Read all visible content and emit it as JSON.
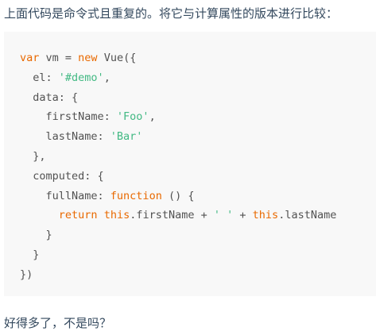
{
  "intro_text": "上面代码是命令式且重复的。将它与计算属性的版本进行比较：",
  "code_lines": [
    [
      {
        "t": "var",
        "c": "kw"
      },
      {
        "t": " vm = ",
        "c": ""
      },
      {
        "t": "new",
        "c": "kw"
      },
      {
        "t": " Vue({",
        "c": ""
      }
    ],
    [
      {
        "t": "  el: ",
        "c": ""
      },
      {
        "t": "'#demo'",
        "c": "str"
      },
      {
        "t": ",",
        "c": ""
      }
    ],
    [
      {
        "t": "  data: {",
        "c": ""
      }
    ],
    [
      {
        "t": "    firstName: ",
        "c": ""
      },
      {
        "t": "'Foo'",
        "c": "str"
      },
      {
        "t": ",",
        "c": ""
      }
    ],
    [
      {
        "t": "    lastName: ",
        "c": ""
      },
      {
        "t": "'Bar'",
        "c": "str"
      }
    ],
    [
      {
        "t": "  },",
        "c": ""
      }
    ],
    [
      {
        "t": "  computed: {",
        "c": ""
      }
    ],
    [
      {
        "t": "    fullName: ",
        "c": ""
      },
      {
        "t": "function",
        "c": "kw"
      },
      {
        "t": " () {",
        "c": ""
      }
    ],
    [
      {
        "t": "      ",
        "c": ""
      },
      {
        "t": "return",
        "c": "kw"
      },
      {
        "t": " ",
        "c": ""
      },
      {
        "t": "this",
        "c": "kw"
      },
      {
        "t": ".firstName + ",
        "c": ""
      },
      {
        "t": "' '",
        "c": "str"
      },
      {
        "t": " + ",
        "c": ""
      },
      {
        "t": "this",
        "c": "kw"
      },
      {
        "t": ".lastName",
        "c": ""
      }
    ],
    [
      {
        "t": "    }",
        "c": ""
      }
    ],
    [
      {
        "t": "  }",
        "c": ""
      }
    ],
    [
      {
        "t": "})",
        "c": ""
      }
    ]
  ],
  "outro_text": "好得多了，不是吗？"
}
